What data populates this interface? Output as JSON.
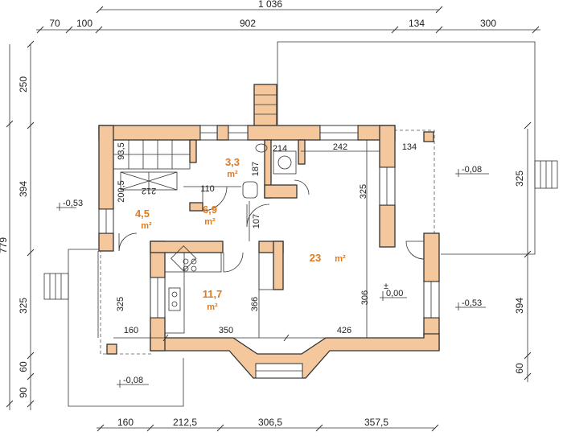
{
  "dimensions": {
    "top_total": "1 036",
    "top": [
      "70",
      "100",
      "902",
      "134",
      "300"
    ],
    "bottom": [
      "160",
      "212,5",
      "306,5",
      "357,5"
    ],
    "left_total": "779",
    "left": [
      "250",
      "394",
      "325",
      "60",
      "90"
    ],
    "right": [
      "325",
      "394",
      "60"
    ],
    "inner": {
      "d93": "93,5",
      "d200": "200,5",
      "d212": "212",
      "d110": "110",
      "d214": "214",
      "d187": "187",
      "d242": "242",
      "d134": "134",
      "d325a": "325",
      "d107": "107",
      "d325b": "325",
      "d366": "366",
      "d306": "306",
      "d160": "160",
      "d350": "350",
      "d426": "426"
    }
  },
  "rooms": [
    {
      "id": "wc",
      "area": "3,3",
      "unit": "m²"
    },
    {
      "id": "hall",
      "area": "6,9",
      "unit": "m²"
    },
    {
      "id": "entry",
      "area": "4,5",
      "unit": "m²"
    },
    {
      "id": "kitchen",
      "area": "11,7",
      "unit": "m²"
    },
    {
      "id": "living",
      "area": "23",
      "unit": "m²"
    }
  ],
  "levels": {
    "left_terrace": "-0,53",
    "right_terrace_top": "-0,08",
    "floor": "0,00",
    "right_terrace": "-0,53",
    "bottom_left": "-0,08"
  },
  "colors": {
    "wall_fill": "#f4c79c",
    "area_text": "#e07a1f",
    "line": "#333333"
  }
}
